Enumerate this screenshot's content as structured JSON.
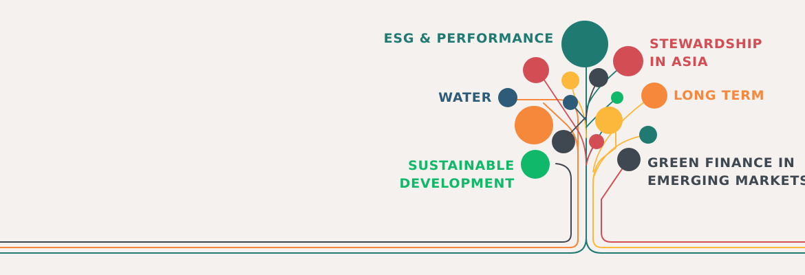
{
  "colors": {
    "background": "#f4f1ee",
    "teal": "#1f7a72",
    "red": "#d34d54",
    "orange": "#f5883b",
    "yellow": "#fbb83b",
    "navy": "#2e5b77",
    "dark": "#3f4850",
    "green": "#10b86a"
  },
  "labels": {
    "esg": [
      "ESG & PERFORMANCE"
    ],
    "stewardship": [
      "STEWARDSHIP",
      "IN ASIA"
    ],
    "water": [
      "WATER"
    ],
    "longterm": [
      "LONG TERM"
    ],
    "sustainable": [
      "SUSTAINABLE",
      "DEVELOPMENT"
    ],
    "greenfinance": [
      "GREEN FINANCE IN",
      "EMERGING MARKETS"
    ]
  }
}
